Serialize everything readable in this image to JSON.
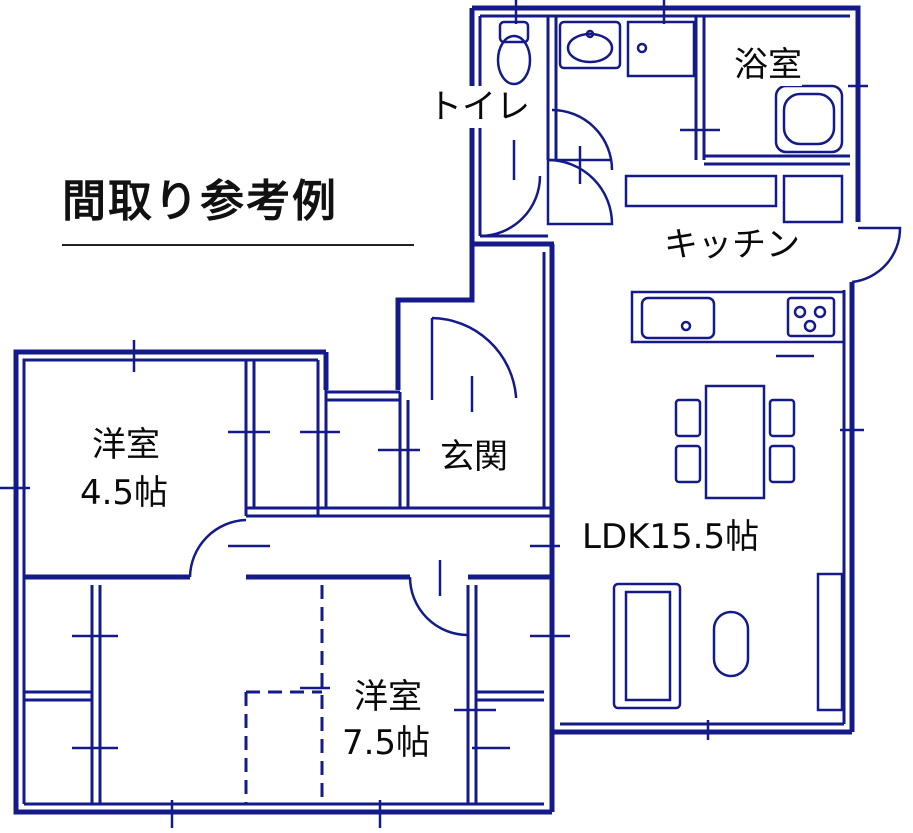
{
  "title": "間取り参考例",
  "rooms": {
    "toilet": "トイレ",
    "bath": "浴室",
    "kitchen": "キッチン",
    "western_a_name": "洋室",
    "western_a_size": "4.5帖",
    "entrance": "玄関",
    "ldk": "LDK15.5帖",
    "western_b_name": "洋室",
    "western_b_size": "7.5帖"
  },
  "colors": {
    "wall": "#151a8a",
    "text": "#0a0a0a",
    "background": "#ffffff"
  }
}
